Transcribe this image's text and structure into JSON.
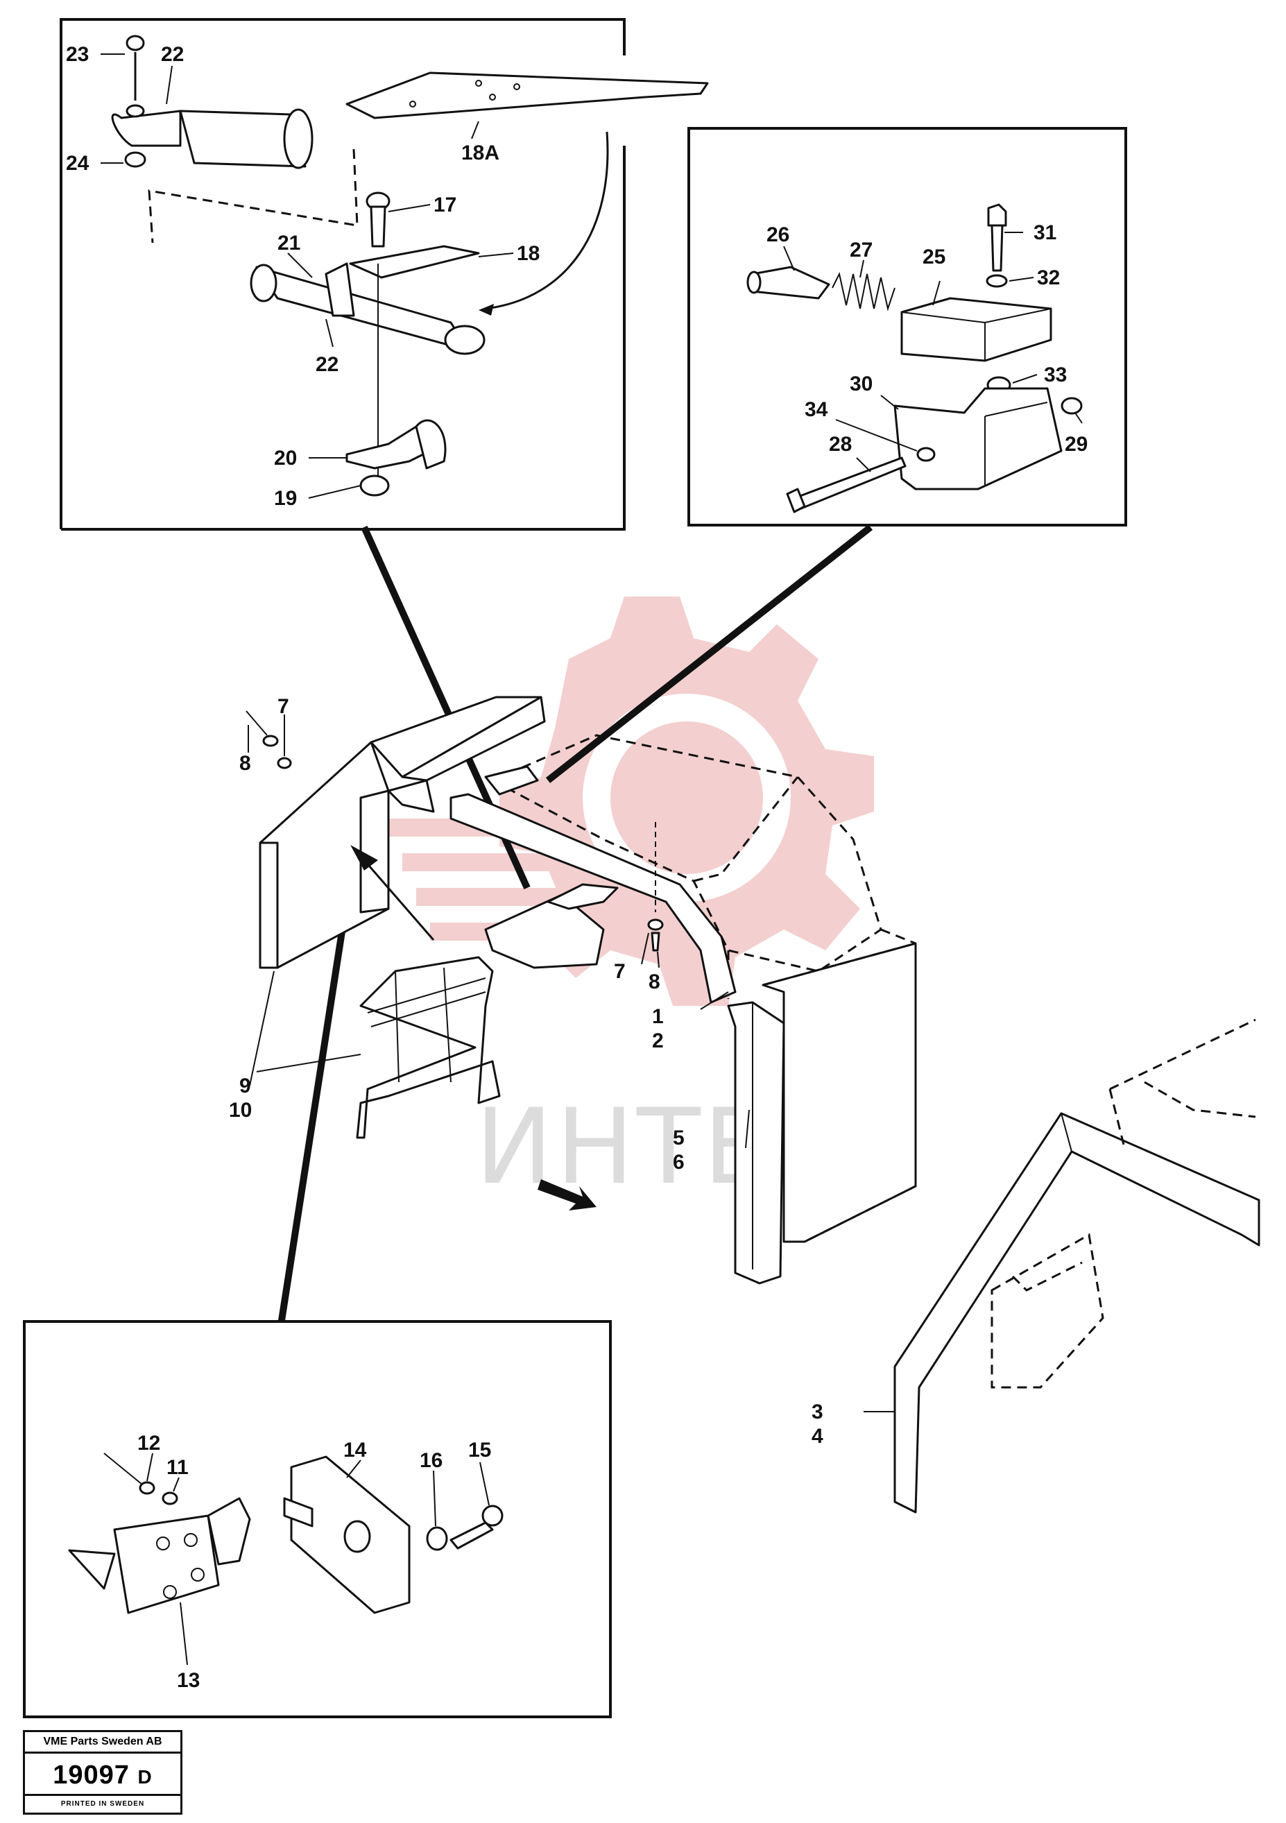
{
  "callouts": {
    "c1": "1",
    "c2": "2",
    "c3": "3",
    "c4": "4",
    "c5": "5",
    "c6": "6",
    "c7a": "7",
    "c7b": "7",
    "c8a": "8",
    "c8b": "8",
    "c9": "9",
    "c10": "10",
    "c11": "11",
    "c12": "12",
    "c13": "13",
    "c14": "14",
    "c15": "15",
    "c16": "16",
    "c17": "17",
    "c18": "18",
    "c18a": "18A",
    "c19": "19",
    "c20": "20",
    "c21": "21",
    "c22a": "22",
    "c22b": "22",
    "c23": "23",
    "c24": "24",
    "c25": "25",
    "c26": "26",
    "c27": "27",
    "c28": "28",
    "c29": "29",
    "c30": "30",
    "c31": "31",
    "c32": "32",
    "c33": "33",
    "c34": "34"
  },
  "watermark": {
    "text": "ИНТЕХ",
    "color": "#f2c7c7"
  },
  "title_block": {
    "company": "VME Parts Sweden AB",
    "drawing_number": "19097",
    "revision": "D",
    "footer": "PRINTED IN SWEDEN"
  },
  "icons": [
    "gear-logo-watermark",
    "direction-arrow-icon"
  ]
}
